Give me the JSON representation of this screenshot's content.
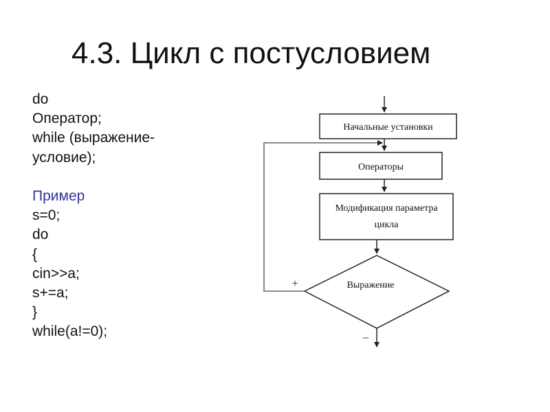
{
  "slide": {
    "title": "4.3. Цикл с постусловием",
    "code_lines": [
      {
        "text": "do",
        "accent": false
      },
      {
        "text": "Оператор;",
        "accent": false
      },
      {
        "text": "while (выражение-",
        "accent": false
      },
      {
        "text": "условие);",
        "accent": false
      },
      {
        "text": "",
        "accent": false
      },
      {
        "text": "Пример",
        "accent": true
      },
      {
        "text": "s=0;",
        "accent": false
      },
      {
        "text": "do",
        "accent": false
      },
      {
        "text": "{",
        "accent": false
      },
      {
        "text": "cin>>a;",
        "accent": false
      },
      {
        "text": "s+=a;",
        "accent": false
      },
      {
        "text": "}",
        "accent": false
      },
      {
        "text": "while(a!=0);",
        "accent": false
      }
    ],
    "colors": {
      "text": "#111111",
      "accent": "#333399",
      "loop_line": "#8a8a8a",
      "stroke": "#222222"
    }
  },
  "flowchart": {
    "box_init": "Начальные установки",
    "box_ops": "Операторы",
    "box_mod_line1": "Модификация параметра",
    "box_mod_line2": "цикла",
    "decision": "Выражение",
    "plus_label": "+",
    "minus_label": "–"
  }
}
